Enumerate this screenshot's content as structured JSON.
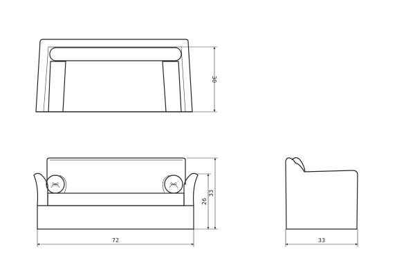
{
  "drawing": {
    "top_view": {
      "dimension_label": "30"
    },
    "front_view": {
      "seat_height_label": "26",
      "height_label": "33",
      "width_label": "72"
    },
    "side_view": {
      "depth_label": "33"
    }
  },
  "colors": {
    "line": "#222222",
    "background": "#ffffff"
  }
}
